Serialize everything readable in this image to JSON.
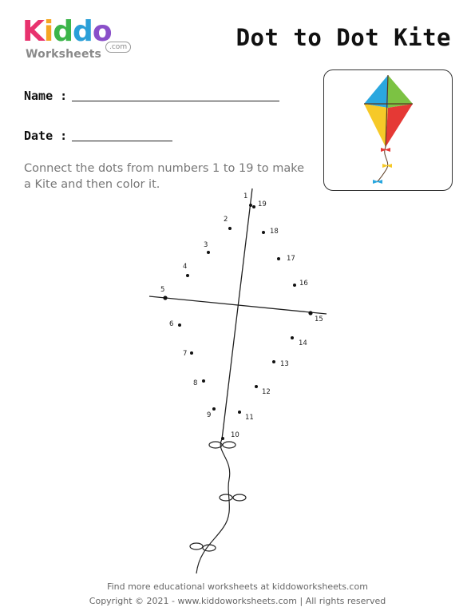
{
  "logo": {
    "letters": [
      "K",
      "i",
      "d",
      "d",
      "o"
    ],
    "letter_colors": [
      "#e8326e",
      "#f5a623",
      "#3bb54a",
      "#2a9fd8",
      "#8a4fc9"
    ],
    "sub": "Worksheets",
    "com": ".com"
  },
  "header": {
    "title": "Dot to Dot Kite"
  },
  "form": {
    "name_label": "Name :",
    "date_label": "Date :"
  },
  "instructions": "Connect the dots from numbers 1 to 19 to make a Kite and then color it.",
  "reference_kite": {
    "colors": {
      "top_left": "#2aa7df",
      "top_right": "#7cc243",
      "bottom_left": "#f6c928",
      "bottom_right": "#e53935",
      "bow_a": "#e53935",
      "bow_b": "#f6c928",
      "bow_c": "#2aa7df"
    }
  },
  "dots": [
    "1",
    "2",
    "3",
    "4",
    "5",
    "6",
    "7",
    "8",
    "9",
    "10",
    "11",
    "12",
    "13",
    "14",
    "15",
    "16",
    "17",
    "18",
    "19"
  ],
  "footer": {
    "line1": "Find more educational worksheets at kiddoworksheets.com",
    "line2": "Copyright © 2021 - www.kiddoworksheets.com  |  All rights reserved"
  }
}
